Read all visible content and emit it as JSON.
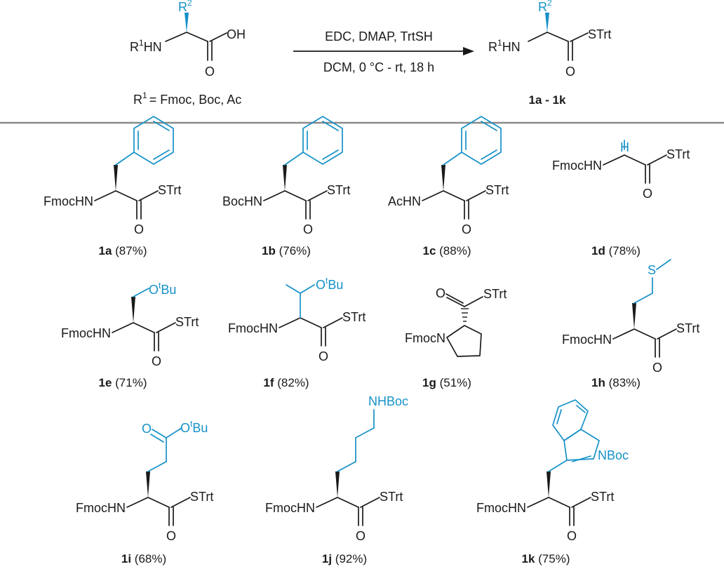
{
  "reaction": {
    "reagents_top": "EDC, DMAP, TrtSH",
    "reagents_bottom": "DCM, 0 °C - rt, 18 h",
    "r_label": "R",
    "r1_sup": "1",
    "r2_sup": "2",
    "hn": "HN",
    "oh": "OH",
    "o": "O",
    "strt": "STrt",
    "r1_def": "= Fmoc, Boc, Ac",
    "product_range": "1a - 1k"
  },
  "compounds": [
    {
      "id": "1a",
      "yield": "(87%)",
      "n_group": "FmocHN",
      "side_chain": "benzyl"
    },
    {
      "id": "1b",
      "yield": "(76%)",
      "n_group": "BocHN",
      "side_chain": "benzyl"
    },
    {
      "id": "1c",
      "yield": "(88%)",
      "n_group": "AcHN",
      "side_chain": "benzyl"
    },
    {
      "id": "1d",
      "yield": "(78%)",
      "n_group": "FmocHN",
      "side_chain": "H"
    },
    {
      "id": "1e",
      "yield": "(71%)",
      "n_group": "FmocHN",
      "side_chain": "CH2-OtBu"
    },
    {
      "id": "1f",
      "yield": "(82%)",
      "n_group": "FmocHN",
      "side_chain": "CH(CH3)-OtBu"
    },
    {
      "id": "1g",
      "yield": "(51%)",
      "n_group": "FmocN",
      "side_chain": "pyrrolidine"
    },
    {
      "id": "1h",
      "yield": "(83%)",
      "n_group": "FmocHN",
      "side_chain": "CH2CH2-S-CH3"
    },
    {
      "id": "1i",
      "yield": "(68%)",
      "n_group": "FmocHN",
      "side_chain": "CH2CH2-CO2tBu"
    },
    {
      "id": "1j",
      "yield": "(92%)",
      "n_group": "FmocHN",
      "side_chain": "(CH2)4-NHBoc"
    },
    {
      "id": "1k",
      "yield": "(75%)",
      "n_group": "FmocHN",
      "side_chain": "N-Boc-indol-3-ylmethyl"
    }
  ],
  "atoms": {
    "o": "O",
    "t_sup": "t",
    "bu": "Bu",
    "s": "S",
    "h": "H",
    "nhboc": "NHBoc",
    "nboc": "NBoc"
  },
  "colors": {
    "side_chain": "#1591c8",
    "text": "#1a1a1a",
    "divider": "#8a8a8a"
  }
}
